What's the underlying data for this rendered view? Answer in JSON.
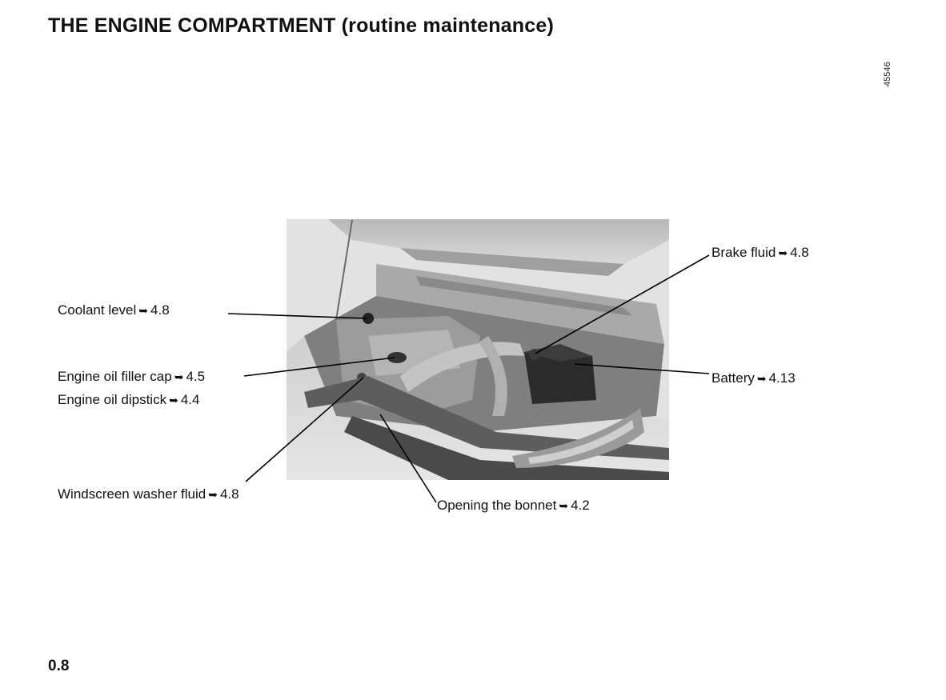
{
  "header": {
    "title": "THE ENGINE COMPARTMENT (routine maintenance)",
    "reference_code": "45546"
  },
  "arrow_glyph": "➥",
  "callouts": [
    {
      "id": "coolant",
      "text": "Coolant level",
      "ref": "4.8"
    },
    {
      "id": "oilcap",
      "text": "Engine oil filler cap",
      "ref": "4.5"
    },
    {
      "id": "dipstick",
      "text": "Engine oil dipstick",
      "ref": "4.4"
    },
    {
      "id": "washer",
      "text": "Windscreen washer fluid",
      "ref": "4.8"
    },
    {
      "id": "brake",
      "text": "Brake fluid",
      "ref": "4.8"
    },
    {
      "id": "battery",
      "text": "Battery",
      "ref": "4.13"
    },
    {
      "id": "bonnet",
      "text": "Opening the bonnet",
      "ref": "4.2"
    }
  ],
  "footer": {
    "page_number": "0.8"
  }
}
